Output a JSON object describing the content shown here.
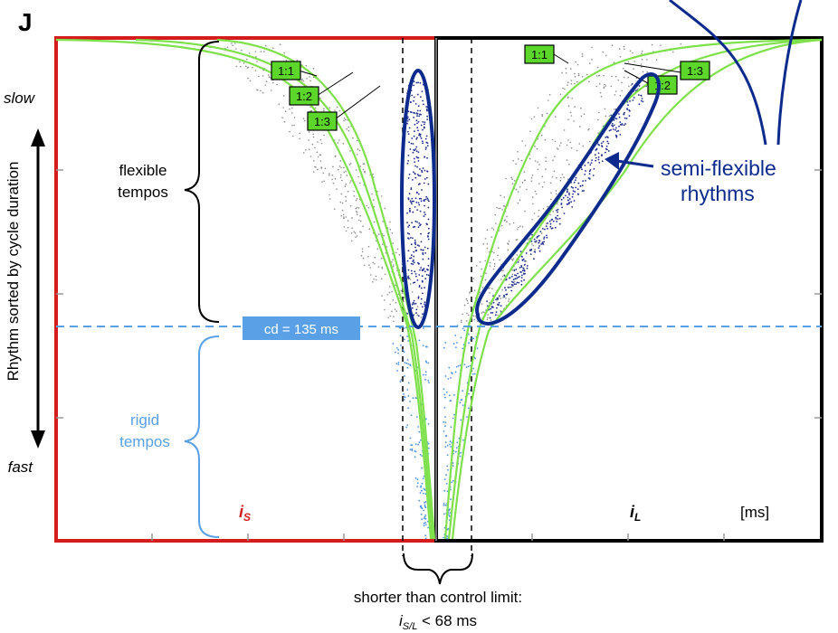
{
  "panel_letter": "J",
  "y_axis": {
    "label": "Rhythm sorted by cycle duration",
    "top_label": "slow",
    "bottom_label": "fast"
  },
  "annotations": {
    "flexible": [
      "flexible",
      "tempos"
    ],
    "rigid": [
      "rigid",
      "tempos"
    ],
    "cd_box": "cd = 135 ms",
    "semi_flexible": [
      "semi-flexible",
      "rhythms"
    ],
    "shorter": "shorter than control limit:",
    "shorter_formula": "i_S/L < 68 ms",
    "is_label": "iS",
    "il_label": "iL",
    "unit": "[ms]"
  },
  "ratio_tags_left": [
    "1:1",
    "1:2",
    "1:3"
  ],
  "ratio_tags_right": [
    "1:1",
    "1:3",
    "1:2"
  ],
  "colors": {
    "short_panel": "#d41c1c",
    "long_panel": "#000000",
    "green": "#7ee04a",
    "tag_fill": "#5cd62a",
    "dots_dark": "#1c2b8c",
    "dots_light": "#4a90e2",
    "ellipse": "#0d2b8c",
    "cd_line": "#5aa0e6",
    "rigid_text": "#5aa0e6"
  }
}
